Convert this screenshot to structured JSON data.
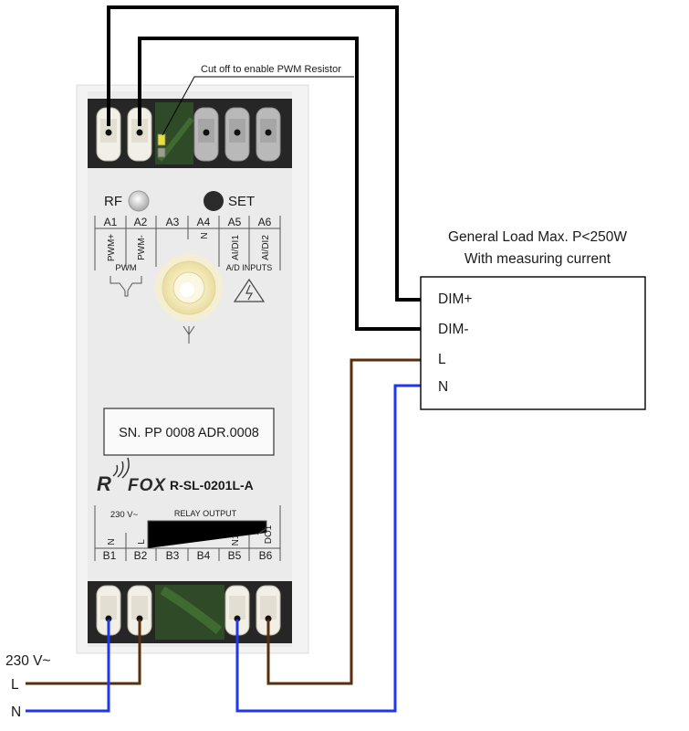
{
  "annotation": {
    "cutoff_note": "Cut off to enable PWM Resistor"
  },
  "device": {
    "indicators": {
      "rf_label": "RF",
      "set_label": "SET"
    },
    "top_terminals": [
      {
        "id": "A1",
        "function": "PWM+"
      },
      {
        "id": "A2",
        "function": "PWM-"
      },
      {
        "id": "A3",
        "function": ""
      },
      {
        "id": "A4",
        "function": "N"
      },
      {
        "id": "A5",
        "function": "AI/DI1"
      },
      {
        "id": "A6",
        "function": "AI/DI2"
      }
    ],
    "top_groups": {
      "pwm": "PWM",
      "ad_inputs": "A/D INPUTS"
    },
    "serial_number": "SN. PP 0008 ADR.0008",
    "brand": {
      "logo_r": "R",
      "logo_fox": "FOX"
    },
    "model": "R-SL-0201L-A",
    "bottom_groups": {
      "supply": "230 V~",
      "relay": "RELAY OUTPUT"
    },
    "bottom_terminals": [
      {
        "id": "B1",
        "function": "N"
      },
      {
        "id": "B2",
        "function": "L"
      },
      {
        "id": "B3",
        "function": ""
      },
      {
        "id": "B4",
        "function": ""
      },
      {
        "id": "B5",
        "function": "N1"
      },
      {
        "id": "B6",
        "function": "DO1"
      }
    ]
  },
  "load": {
    "title_line1": "General Load Max. P<250W",
    "title_line2": "With measuring current",
    "terminals": [
      "DIM+",
      "DIM-",
      "L",
      "N"
    ]
  },
  "supply": {
    "label": "230 V~",
    "line_l": "L",
    "line_n": "N"
  },
  "colors": {
    "pwm_wire": "#000000",
    "live_wire": "#5a2d0c",
    "neutral_wire": "#1f37f0",
    "housing": "#ececec",
    "terminal_block": "#262626"
  }
}
